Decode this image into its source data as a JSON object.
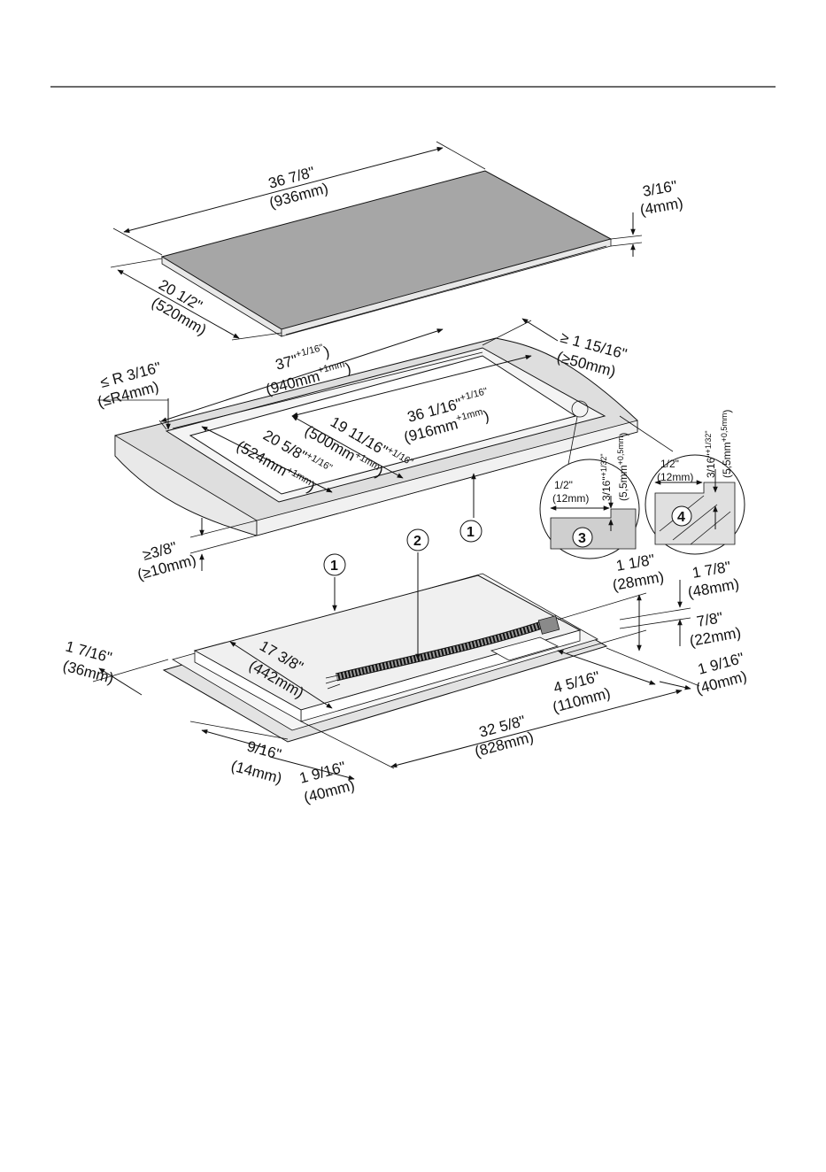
{
  "top_panel": {
    "width_in": "36 7/8\"",
    "width_mm": "(936mm)",
    "depth_in": "20 1/2\"",
    "depth_mm": "(520mm)",
    "thickness_in": "3/16\"",
    "thickness_mm": "(4mm)"
  },
  "cutout": {
    "radius_in": "≤ R 3/16\"",
    "radius_mm": "(≤R4mm)",
    "outer_width_in": "37\"",
    "outer_width_tol_in": "+1/16\"",
    "outer_width_mm": "(940mm",
    "outer_width_tol_mm": "+1mm",
    "outer_width_close": ")",
    "min_edge_in": "≥ 1 15/16\"",
    "min_edge_mm": "(≥50mm)",
    "inner_width_in": "36 1/16\"",
    "inner_width_tol_in": "+1/16\"",
    "inner_width_mm": "(916mm",
    "inner_width_tol_mm": "+1mm",
    "inner_width_close": ")",
    "inner_depth_in": "19 11/16\"",
    "inner_depth_tol_in": "+1/16\"",
    "inner_depth_mm": "(500mm",
    "inner_depth_tol_mm": "+1mm",
    "inner_depth_close": ")",
    "outer_depth_in": "20 5/8\"",
    "outer_depth_tol_in": "+1/16\"",
    "outer_depth_mm": "(524mm",
    "outer_depth_tol_mm": "+1mm",
    "outer_depth_close": ")",
    "min_thickness_in": "≥3/8\"",
    "min_thickness_mm": "(≥10mm)"
  },
  "detail_3": {
    "label": "3",
    "width_in": "1/2\"",
    "width_mm": "(12mm)",
    "depth_in": "3/16\"",
    "depth_tol_in": "+1/32\"",
    "depth_mm": "(5,5mm",
    "depth_tol_mm": "+0,5mm",
    "depth_close": ")"
  },
  "detail_4": {
    "label": "4",
    "width_in": "1/2\"",
    "width_mm": "(12mm)",
    "depth_in": "3/16\"",
    "depth_tol_in": "+1/32\"",
    "depth_mm": "(5,5mm",
    "depth_tol_mm": "+0,5mm",
    "depth_close": ")"
  },
  "callouts": {
    "one_a": "1",
    "one_b": "1",
    "two": "2"
  },
  "underside": {
    "height_in": "1 1/8\"",
    "height_mm": "(28mm)",
    "height2_in": "1 7/8\"",
    "height2_mm": "(48mm)",
    "frame_in": "7/8\"",
    "frame_mm": "(22mm)",
    "edge_in": "1 7/16\"",
    "edge_mm": "(36mm)",
    "depth_in": "17 3/8\"",
    "depth_mm": "(442mm)",
    "side_in": "1 9/16\"",
    "side_mm": "(40mm)",
    "box_in": "4 5/16\"",
    "box_mm": "(110mm)",
    "width_in": "32 5/8\"",
    "width_mm": "(828mm)",
    "lip_in": "9/16\"",
    "lip_mm": "(14mm)",
    "corner_in": "1 9/16\"",
    "corner_mm": "(40mm)"
  },
  "colors": {
    "glass": "#a6a6a6",
    "counter": "#dedede",
    "frame": "#eeeeee",
    "line": "#111111"
  }
}
